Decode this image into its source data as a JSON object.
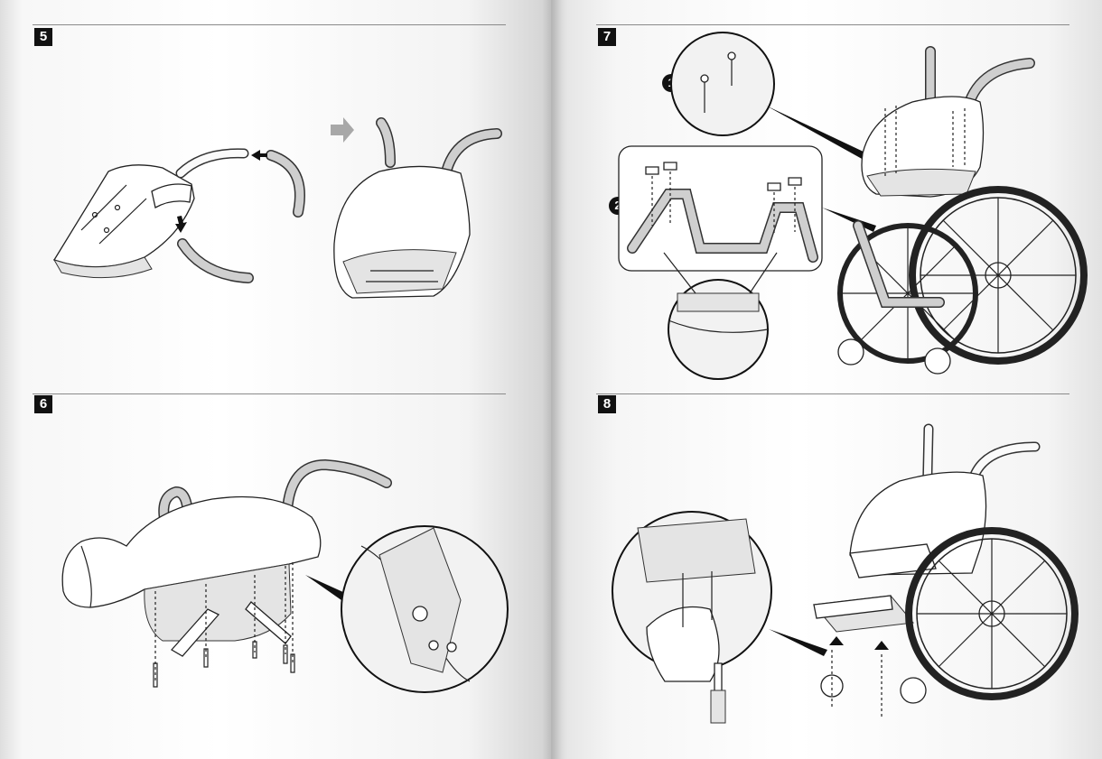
{
  "steps": [
    {
      "number": "5"
    },
    {
      "number": "6"
    },
    {
      "number": "7"
    },
    {
      "number": "8"
    }
  ],
  "callouts": [
    "1",
    "2"
  ],
  "icons": {
    "direction": "gray-arrow-right-icon",
    "insert": "arrow-left-icon",
    "push": "arrow-up-icon"
  },
  "colors": {
    "badge": "#111111",
    "arrow": "#a8a8a8",
    "rule": "#8a8a8a"
  }
}
